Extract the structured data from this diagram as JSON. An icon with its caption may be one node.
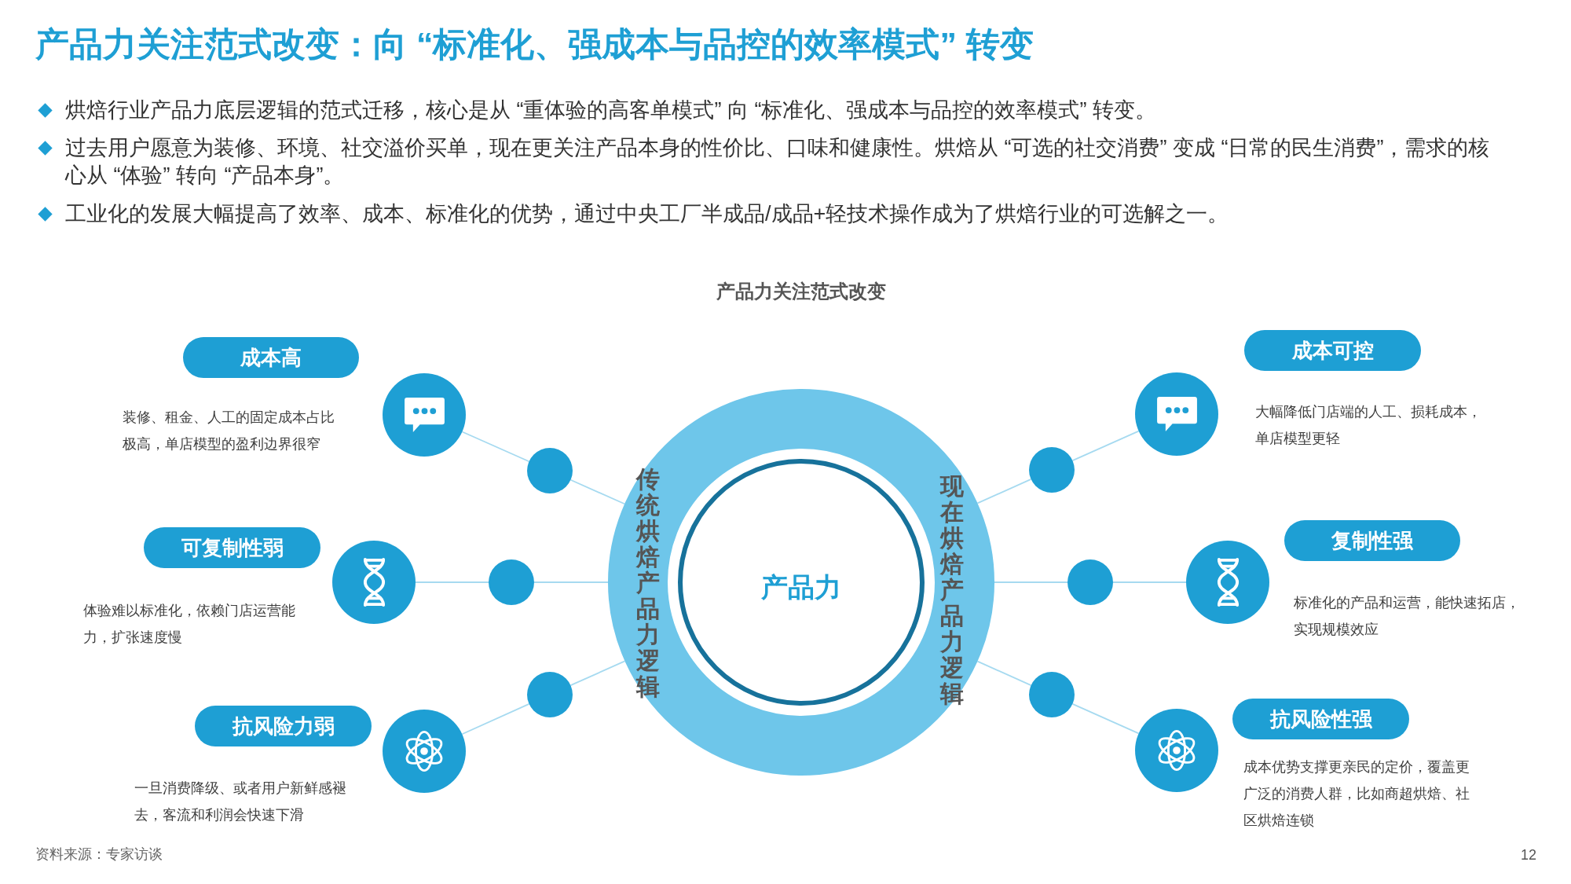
{
  "diagram": {
    "title": "产品力关注范式改变：向 “标准化、强成本与品控的效率模式” 转变",
    "nodes": [
      {
        "text": [
          "传统烘焙产品力逻辑",
          "现在烘焙产品力逻辑"
        ]
      },
      {
        "text": [
          "产品力"
        ],
        "in": 0
      },
      {
        "text": [
          "成本高"
        ],
        "beside": [
          "装修、租金、人工的固定成本占比极高，单店模型的盈利边界很窄"
        ]
      },
      {
        "text": [],
        "shape": "circle"
      },
      {
        "text": [],
        "shape": "circle"
      },
      {
        "text": [
          "可复制性弱"
        ],
        "beside": [
          "体验难以标准化，依赖门店运营能力，扩张速度慢"
        ]
      },
      {
        "text": [],
        "shape": "circle"
      },
      {
        "text": [],
        "shape": "circle"
      },
      {
        "text": [
          "抗风险力弱"
        ],
        "beside": [
          "一旦消费降级、或者用户新鲜感褪去，客流和利润会快速下滑"
        ]
      },
      {
        "text": [],
        "shape": "circle"
      },
      {
        "text": [],
        "shape": "circle"
      },
      {
        "text": [
          "成本可控"
        ],
        "beside": [
          "大幅降低门店端的人工、损耗成本，单店模型更轻"
        ]
      },
      {
        "text": [],
        "shape": "circle"
      },
      {
        "text": [],
        "shape": "circle"
      },
      {
        "text": [
          "复制性强"
        ],
        "beside": [
          "标准化的产品和运营，能快速拓店，实现规模效应"
        ]
      },
      {
        "text": [],
        "shape": "circle"
      },
      {
        "text": [],
        "shape": "circle"
      },
      {
        "text": [
          "抗风险性强"
        ],
        "beside": [
          "成本优势支撑更亲民的定价，覆盖更广泛的消费人群，比如商超烘焙、社区烘焙连锁"
        ]
      },
      {
        "text": [],
        "shape": "circle"
      },
      {
        "text": [],
        "shape": "circle"
      }
    ],
    "edges": [
      {
        "from": 0,
        "to": 4,
        "arrow": "none"
      },
      {
        "from": 4,
        "to": 3,
        "arrow": "none"
      },
      {
        "from": 0,
        "to": 7,
        "arrow": "none"
      },
      {
        "from": 7,
        "to": 6,
        "arrow": "none"
      },
      {
        "from": 0,
        "to": 10,
        "arrow": "none"
      },
      {
        "from": 10,
        "to": 9,
        "arrow": "none"
      },
      {
        "from": 0,
        "to": 13,
        "arrow": "none"
      },
      {
        "from": 13,
        "to": 12,
        "arrow": "none"
      },
      {
        "from": 0,
        "to": 16,
        "arrow": "none"
      },
      {
        "from": 16,
        "to": 15,
        "arrow": "none"
      },
      {
        "from": 0,
        "to": 19,
        "arrow": "none"
      },
      {
        "from": 19,
        "to": 18,
        "arrow": "none"
      }
    ],
    "labels": [
      "烘焙行业产品力底层逻辑的范式迁移，核心是从 “重体验的高客单模式” 向 “标准化、强成本与品控的效率模式” 转变。",
      "过去用户愿意为装修、环境、社交溢价买单，现在更关注产品本身的性价比、口味和健康性。烘焙从 “可选的社交消费” 变成 “日常的民生消费”，需求的核心从 “体验” 转向 “产品本身”。",
      "工业化的发展大幅提高了效率、成本、标准化的优势，通过中央工厂半成品/成品+轻技术操作成为了烘焙行业的可选解之一。",
      "产品力关注范式改变",
      "资料来源：专家访谈",
      "12"
    ]
  }
}
